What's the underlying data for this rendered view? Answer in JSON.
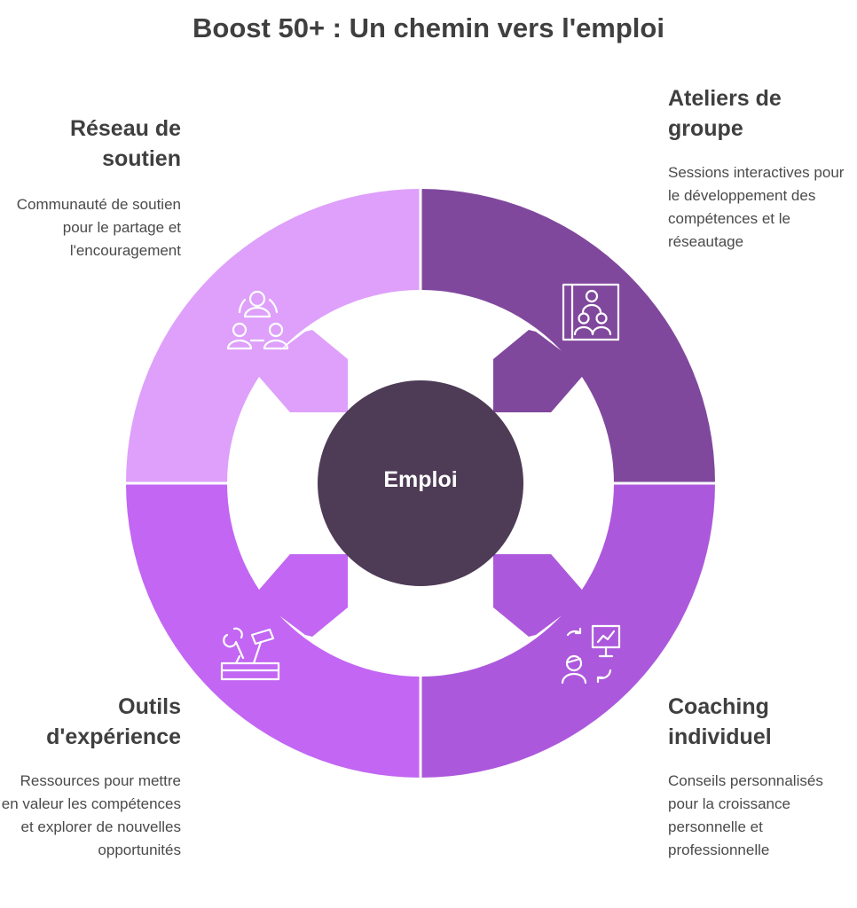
{
  "title": "Boost 50+ : Un chemin vers l'emploi",
  "center": {
    "label": "Emploi",
    "color": "#4e3b56"
  },
  "quadrants": [
    {
      "id": "reseau",
      "title": "Réseau de soutien",
      "description": "Communauté de soutien pour le partage et l'encouragement",
      "color": "#dea0fb",
      "icon": "community-network-icon"
    },
    {
      "id": "ateliers",
      "title": "Ateliers de groupe",
      "description": "Sessions interactives pour le développement des compétences et le réseautage",
      "color": "#80489d",
      "icon": "group-presentation-icon"
    },
    {
      "id": "outils",
      "title": "Outils d'expérience",
      "description": "Ressources pour mettre en valeur les compétences et explorer de nouvelles opportunités",
      "color": "#c266f3",
      "icon": "toolbox-icon"
    },
    {
      "id": "coaching",
      "title": "Coaching individuel",
      "description": "Conseils personnalisés pour la croissance personnelle et professionnelle",
      "color": "#ac58dc",
      "icon": "coaching-chart-icon"
    }
  ]
}
